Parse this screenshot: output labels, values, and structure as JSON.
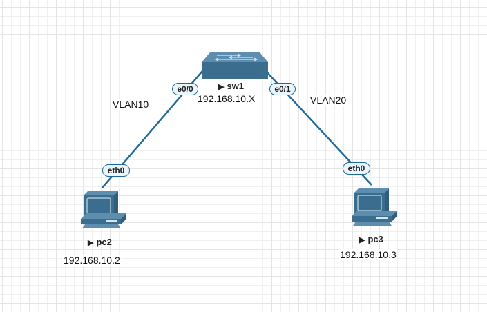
{
  "nodes": {
    "sw1": {
      "name": "sw1",
      "ip": "192.168.10.X",
      "type": "switch-icon"
    },
    "pc2": {
      "name": "pc2",
      "ip": "192.168.10.2",
      "type": "pc-icon"
    },
    "pc3": {
      "name": "pc3",
      "ip": "192.168.10.3",
      "type": "pc-icon"
    }
  },
  "links": [
    {
      "from": "sw1",
      "from_iface": "e0/0",
      "to": "pc2",
      "to_iface": "eth0",
      "vlan": "VLAN10"
    },
    {
      "from": "sw1",
      "from_iface": "e0/1",
      "to": "pc3",
      "to_iface": "eth0",
      "vlan": "VLAN20"
    }
  ],
  "colors": {
    "link": "#1d6a98",
    "device": "#3b6e8e"
  }
}
